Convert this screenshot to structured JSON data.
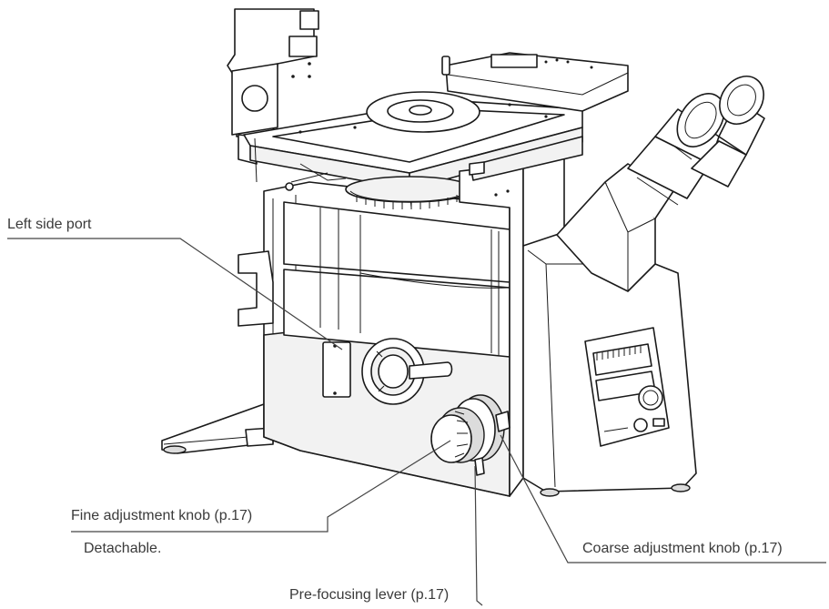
{
  "callouts": {
    "left_side_port": "Left side port",
    "fine_knob": "Fine adjustment knob (p.17)",
    "fine_knob_note": "Detachable.",
    "coarse_knob": "Coarse adjustment knob (p.17)",
    "prefocus_lever": "Pre-focusing lever (p.17)"
  }
}
